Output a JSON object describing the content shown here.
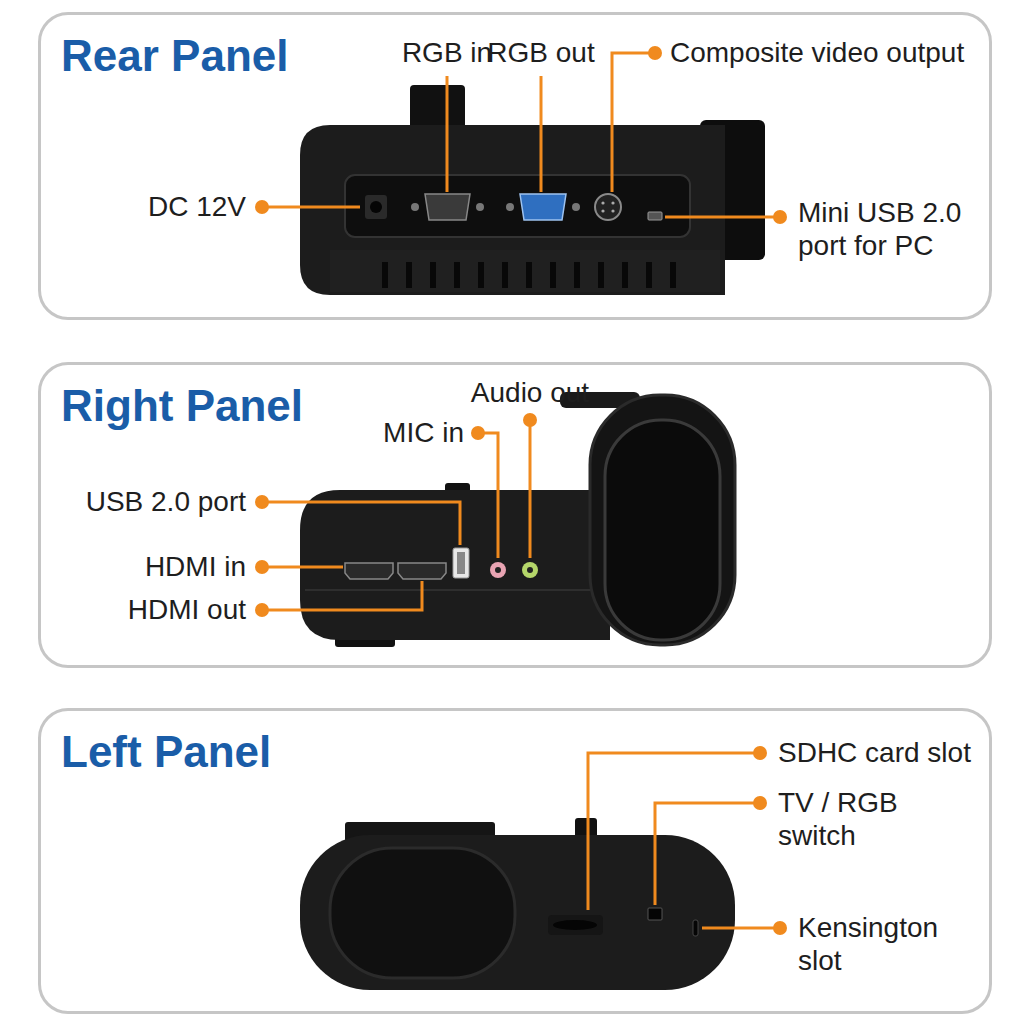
{
  "diagram": {
    "nodes": [
      {
        "text": [
          "Rear Panel"
        ]
      },
      {
        "text": [
          "Right Panel"
        ]
      },
      {
        "text": [
          "Left Panel"
        ]
      }
    ],
    "labels": [
      "RGB in",
      "RGB out",
      "Composite video output",
      "DC 12V",
      "Mini USB 2.0 port for PC",
      "Audio out",
      "MIC in",
      "USB 2.0 port",
      "HDMI in",
      "HDMI out",
      "SDHC card slot",
      "TV / RGB switch",
      "Kensington slot"
    ]
  }
}
